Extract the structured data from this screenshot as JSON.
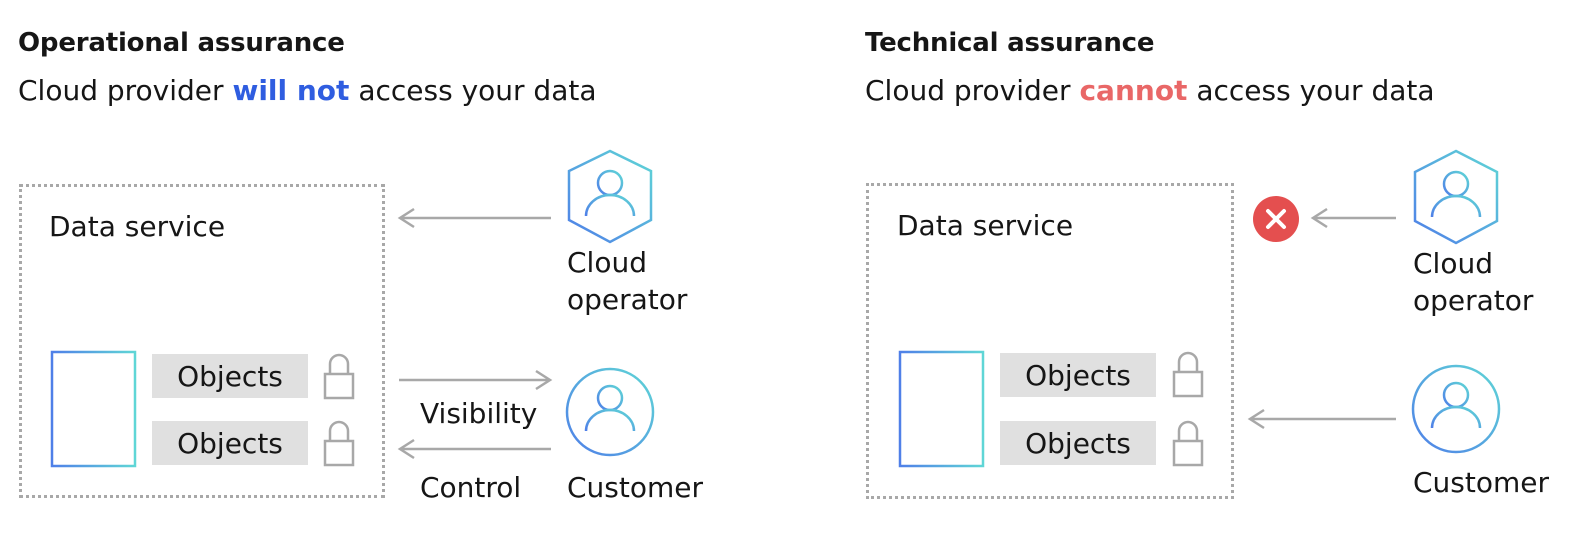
{
  "left": {
    "title": "Operational assurance",
    "subtitle_pre": "Cloud provider ",
    "subtitle_em": "will not",
    "subtitle_post": " access your data",
    "service_label": "Data service",
    "objects": [
      "Objects",
      "Objects"
    ],
    "operator_label_1": "Cloud",
    "operator_label_2": "operator",
    "customer_label": "Customer",
    "visibility_label": "Visibility",
    "control_label": "Control"
  },
  "right": {
    "title": "Technical assurance",
    "subtitle_pre": "Cloud provider ",
    "subtitle_em": "cannot",
    "subtitle_post": " access your data",
    "service_label": "Data service",
    "objects": [
      "Objects",
      "Objects"
    ],
    "operator_label_1": "Cloud",
    "operator_label_2": "operator",
    "customer_label": "Customer"
  },
  "colors": {
    "will_not": "#2f5de0",
    "cannot": "#e96767",
    "arrow": "#a8a8a8",
    "block_x": "#e44f4f",
    "object_fill": "#e0e0e0",
    "gradient_start": "#4f7fe8",
    "gradient_end": "#5fd6d6"
  },
  "icons": {
    "operator": "person-hexagon-icon",
    "customer": "person-circle-icon",
    "server": "server-rack-icon",
    "lock": "padlock-icon",
    "blocked": "x-circle-icon"
  }
}
